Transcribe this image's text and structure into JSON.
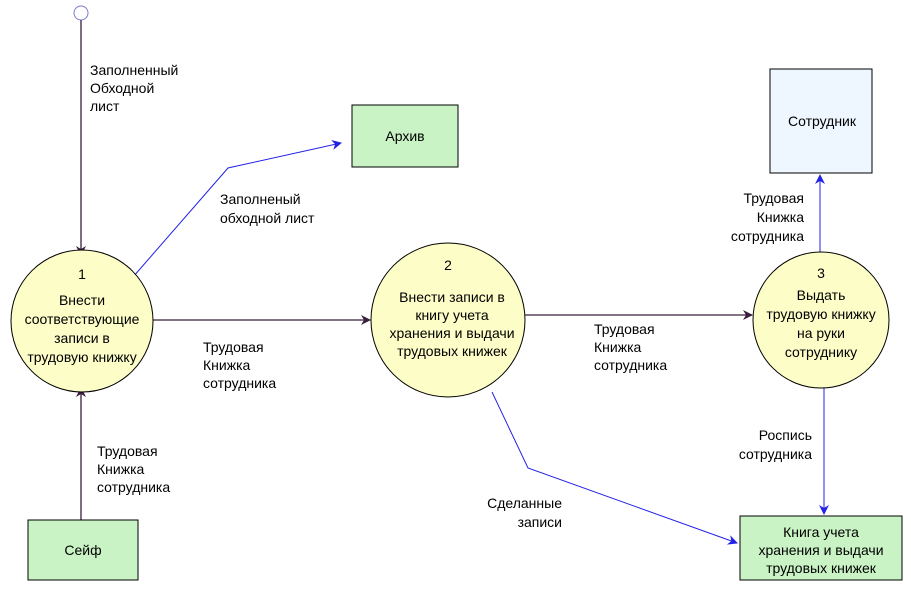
{
  "colors": {
    "process_fill": "#fdfdc8",
    "store_fill": "#c9f3c4",
    "entity_fill": "#eef7ff",
    "flow_dark": "#3a1f3f",
    "flow_blue": "#2323e6"
  },
  "processes": [
    {
      "number": "1",
      "lines": [
        "Внести",
        "соответствующие",
        "записи в",
        "трудовую книжку"
      ]
    },
    {
      "number": "2",
      "lines": [
        "Внести записи в",
        "книгу учета",
        "хранения и выдачи",
        "трудовых книжек"
      ]
    },
    {
      "number": "3",
      "lines": [
        "Выдать",
        "трудовую книжку",
        "на руки",
        "сотруднику"
      ]
    }
  ],
  "stores": {
    "archive": "Архив",
    "safe": "Сейф",
    "book": [
      "Книга учета",
      "хранения и выдачи",
      "трудовых книжек"
    ]
  },
  "entities": {
    "employee": "Сотрудник"
  },
  "flows": {
    "start_to_p1": [
      "Заполненный",
      "Обходной",
      "лист"
    ],
    "p1_to_archive": [
      "Заполненый",
      "обходной лист"
    ],
    "p1_to_p2": [
      "Трудовая",
      "Книжка",
      "сотрудника"
    ],
    "p2_to_p3": [
      "Трудовая",
      "Книжка",
      "сотрудника"
    ],
    "p3_to_employee": [
      "Трудовая",
      "Книжка",
      "сотрудника"
    ],
    "p3_to_book": [
      "Роспись",
      "сотрудника"
    ],
    "p2_to_book": [
      "Сделанные",
      "записи"
    ],
    "safe_to_p1": [
      "Трудовая",
      "Книжка",
      "сотрудника"
    ]
  }
}
